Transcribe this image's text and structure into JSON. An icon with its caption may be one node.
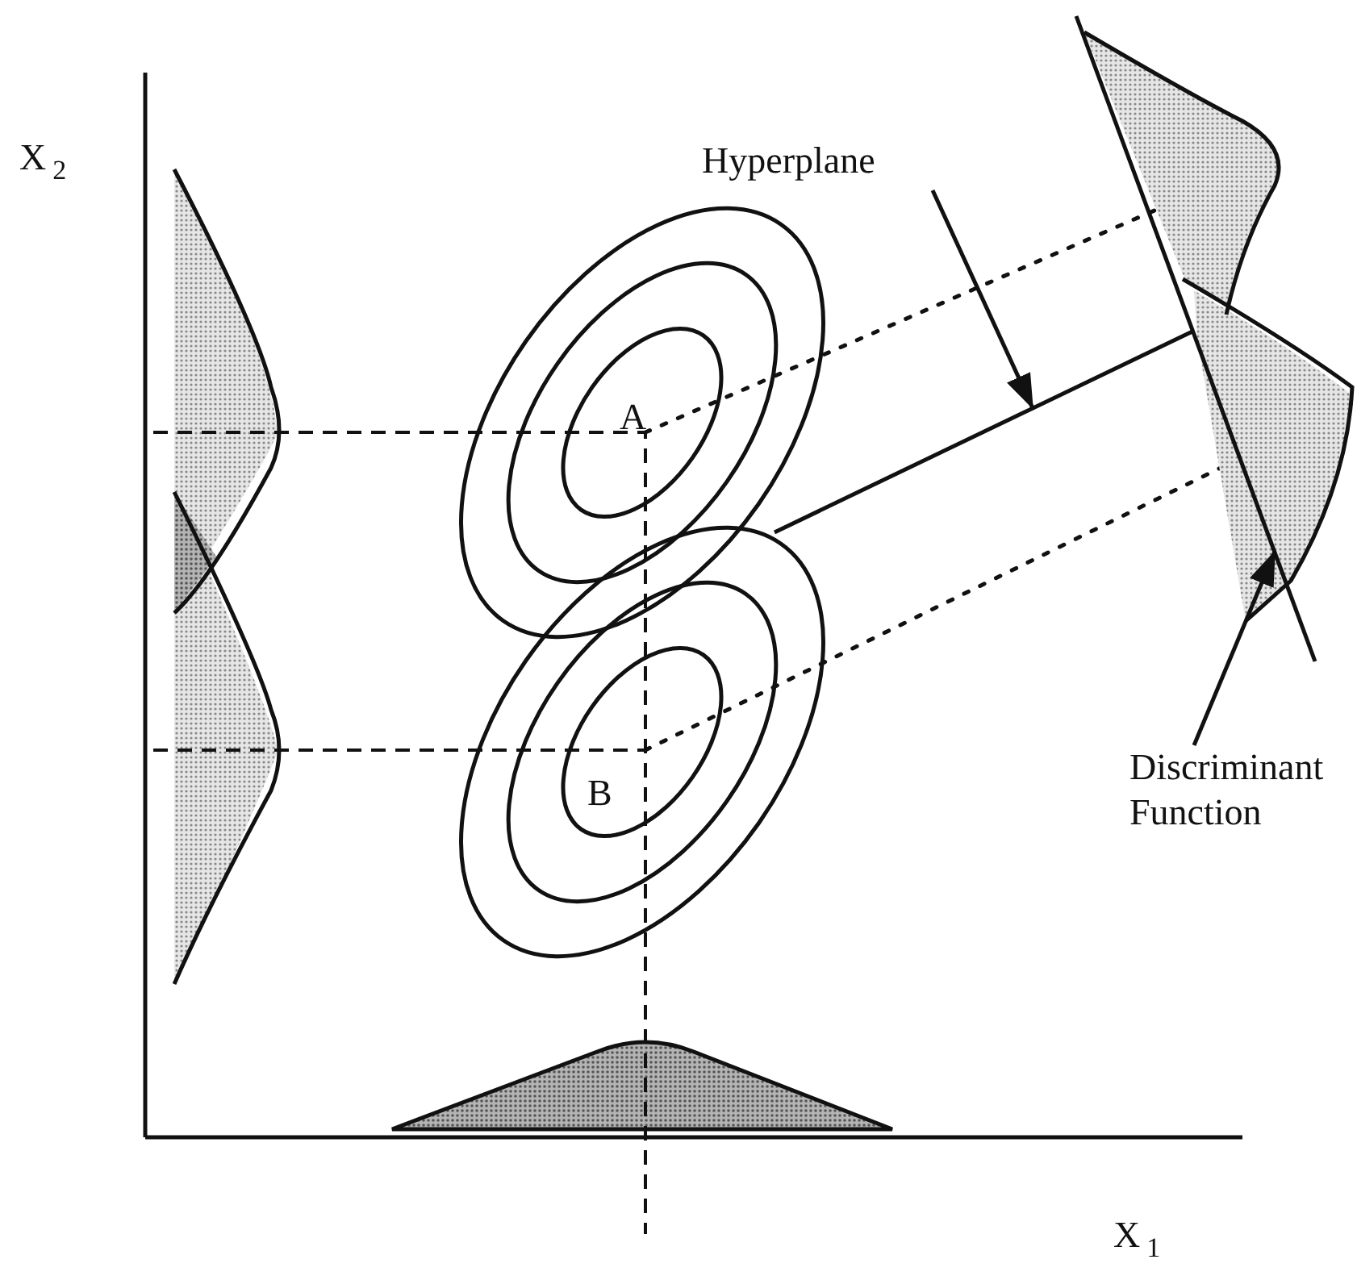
{
  "diagram": {
    "nodes": [
      {
        "text": [
          "Hyperplane"
        ]
      },
      {
        "text": [],
        "shape": "line"
      },
      {
        "text": [
          "Discriminant Function"
        ]
      },
      {
        "text": [],
        "shape": "line"
      }
    ],
    "edges": [
      {
        "from": 0,
        "to": 1,
        "arrow": "to"
      },
      {
        "from": 2,
        "to": 3,
        "arrow": "to"
      }
    ],
    "labels": [
      "X$_{2}$",
      "A",
      "B",
      "X$_{1}$"
    ]
  }
}
